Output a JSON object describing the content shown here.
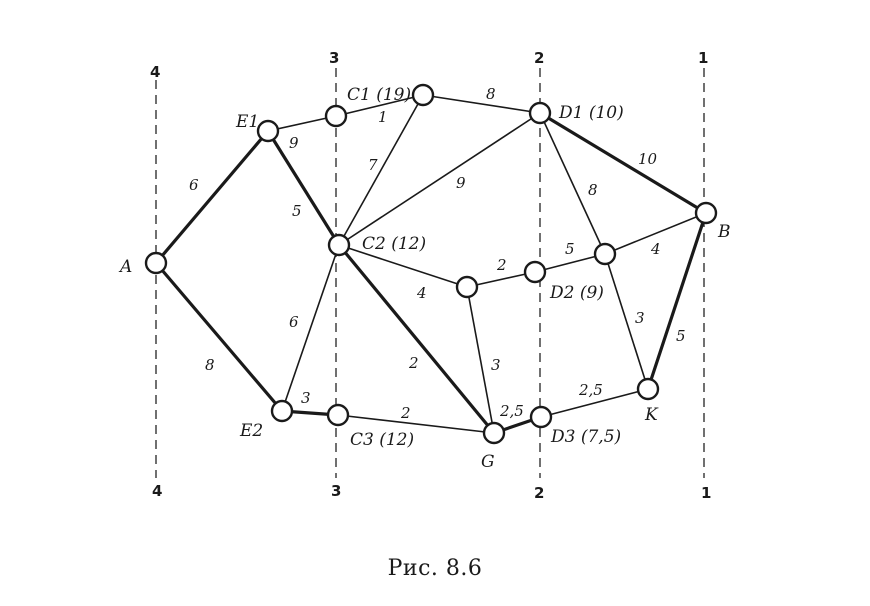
{
  "caption": "Рис. 8.6",
  "stage_labels": {
    "top": [
      "4",
      "3",
      "2",
      "1"
    ],
    "bottom": [
      "4",
      "3",
      "2",
      "1"
    ]
  },
  "nodes": {
    "A": "A",
    "E1": "E1",
    "E2": "E2",
    "C1": "C1 (19)",
    "C2": "C2 (12)",
    "C3": "C3 (12)",
    "D1": "D1 (10)",
    "D2": "D2 (9)",
    "D3": "D3 (7,5)",
    "G": "G",
    "K": "K",
    "B": "B"
  },
  "edges": [
    {
      "from": "A",
      "to": "E1",
      "weight": "6",
      "bold": true
    },
    {
      "from": "A",
      "to": "E2",
      "weight": "8",
      "bold": true
    },
    {
      "from": "E1",
      "to": "C1",
      "weight": "9",
      "bold": false
    },
    {
      "from": "E1",
      "to": "C2",
      "weight": "5",
      "bold": true
    },
    {
      "from": "E2",
      "to": "C2",
      "weight": "6",
      "bold": false
    },
    {
      "from": "E2",
      "to": "C3",
      "weight": "3",
      "bold": true
    },
    {
      "from": "C1",
      "to": "N1",
      "weight": "1",
      "bold": false
    },
    {
      "from": "N1",
      "to": "D1",
      "weight": "8",
      "bold": false
    },
    {
      "from": "C2",
      "to": "N1",
      "weight": "7",
      "bold": false
    },
    {
      "from": "C2",
      "to": "D1",
      "weight": "9",
      "bold": false
    },
    {
      "from": "C2",
      "to": "N2",
      "weight": "4",
      "bold": false
    },
    {
      "from": "C2",
      "to": "G",
      "weight": "2",
      "bold": true
    },
    {
      "from": "N2",
      "to": "D2",
      "weight": "2",
      "bold": false
    },
    {
      "from": "N2",
      "to": "G",
      "weight": "3",
      "bold": false
    },
    {
      "from": "C3",
      "to": "G",
      "weight": "2",
      "bold": false
    },
    {
      "from": "G",
      "to": "D3",
      "weight": "2,5",
      "bold": true
    },
    {
      "from": "D3",
      "to": "K",
      "weight": "2,5",
      "bold": false
    },
    {
      "from": "D2",
      "to": "N3",
      "weight": "5",
      "bold": false
    },
    {
      "from": "D1",
      "to": "N3",
      "weight": "8",
      "bold": false
    },
    {
      "from": "N3",
      "to": "B",
      "weight": "4",
      "bold": false
    },
    {
      "from": "N3",
      "to": "K",
      "weight": "3",
      "bold": false
    },
    {
      "from": "D1",
      "to": "B",
      "weight": "10",
      "bold": true
    },
    {
      "from": "K",
      "to": "B",
      "weight": "5",
      "bold": true
    }
  ]
}
